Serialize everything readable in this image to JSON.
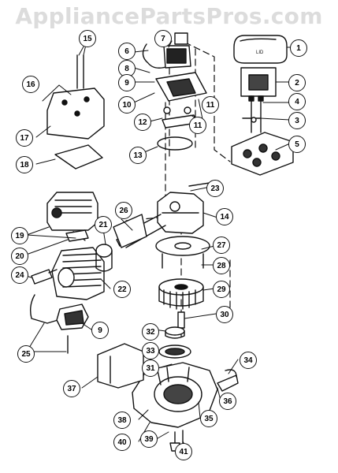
{
  "watermark": "AppliancePartsPros.com",
  "ink_color": "#111111",
  "callouts": [
    "1",
    "2",
    "3",
    "4",
    "5",
    "6",
    "7",
    "8",
    "9",
    "9",
    "10",
    "11",
    "11",
    "12",
    "13",
    "14",
    "15",
    "16",
    "17",
    "18",
    "19",
    "20",
    "21",
    "22",
    "23",
    "24",
    "25",
    "26",
    "27",
    "28",
    "29",
    "30",
    "31",
    "32",
    "33",
    "34",
    "35",
    "36",
    "37",
    "38",
    "39",
    "40",
    "41"
  ],
  "part_icons": [
    "bolt-icon",
    "screw-icon",
    "cylinder-icon",
    "carburetor-icon",
    "spark-plug-icon",
    "recoil-starter-icon",
    "flywheel-icon"
  ]
}
